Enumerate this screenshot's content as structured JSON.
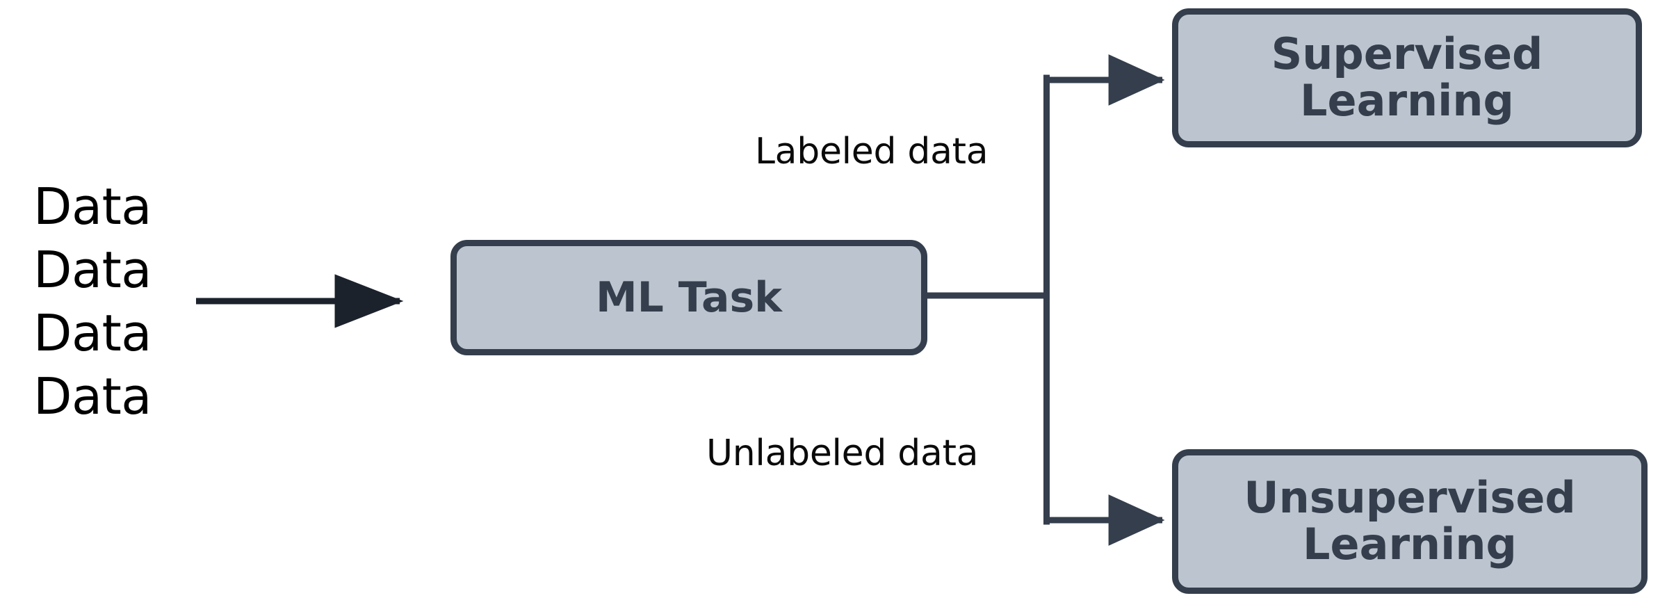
{
  "diagram": {
    "title": "ML Task branching diagram",
    "background": "#ffffff",
    "colors": {
      "node_fill": "#bcc5cf",
      "node_border": "#343e4c",
      "node_text": "#343e4c",
      "connector": "#343e4c",
      "input_arrow": "#1b222b",
      "plain_text": "#000000"
    },
    "input": {
      "name": "data-stack",
      "lines": [
        "Data",
        "Data",
        "Data",
        "Data"
      ]
    },
    "nodes": [
      {
        "id": "ml-task",
        "label": "ML Task",
        "lines": [
          "ML Task"
        ]
      },
      {
        "id": "supervised",
        "label": "Supervised Learning",
        "lines": [
          "Supervised",
          "Learning"
        ]
      },
      {
        "id": "unsupervised",
        "label": "Unsupervised Learning",
        "lines": [
          "Unsupervised",
          "Learning"
        ]
      }
    ],
    "edges": [
      {
        "id": "data-to-ml",
        "from": "data-stack",
        "to": "ml-task",
        "label": "",
        "arrow": true
      },
      {
        "id": "ml-to-supervised",
        "from": "ml-task",
        "to": "supervised",
        "label": "Labeled data",
        "arrow": true
      },
      {
        "id": "ml-to-unsupervised",
        "from": "ml-task",
        "to": "unsupervised",
        "label": "Unlabeled data",
        "arrow": true
      }
    ],
    "edge_labels": {
      "labeled": "Labeled data",
      "unlabeled": "Unlabeled data"
    }
  }
}
